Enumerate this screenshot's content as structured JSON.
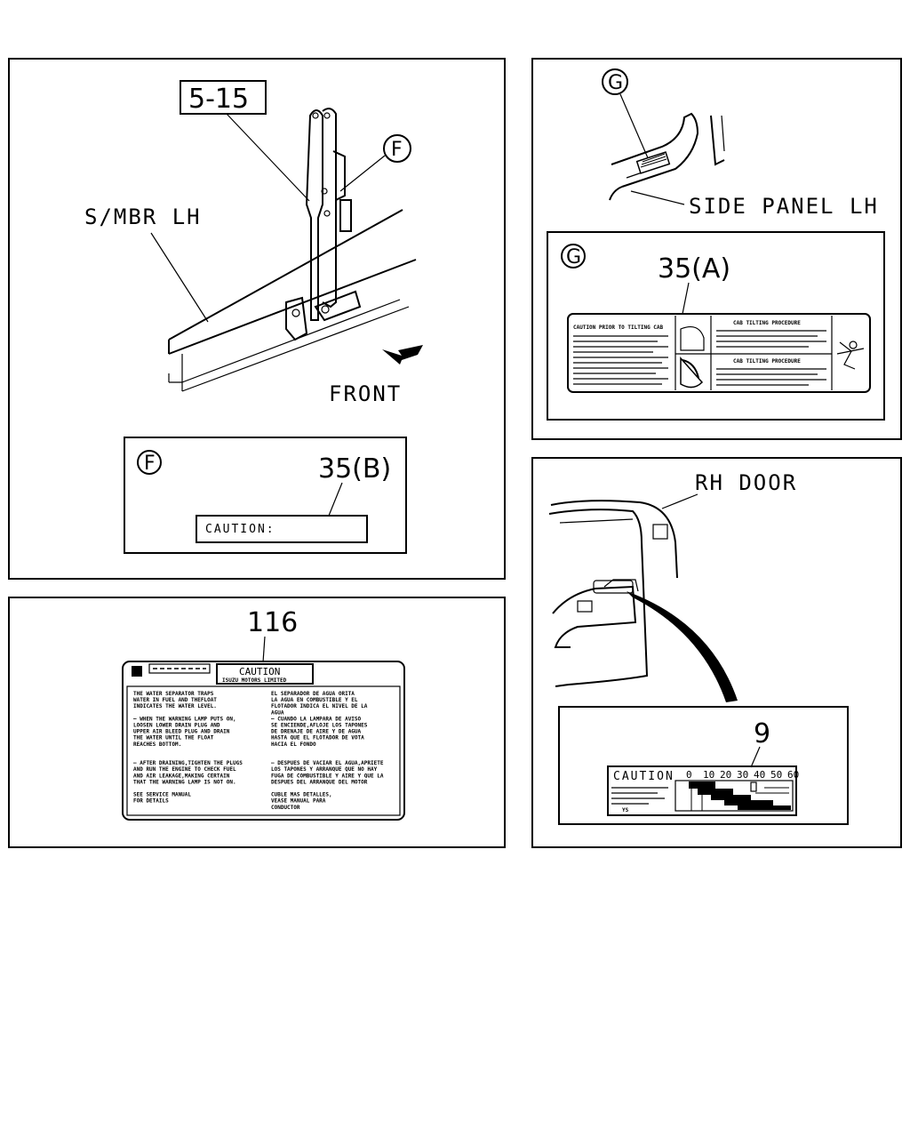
{
  "panels": {
    "frame": {
      "ref_label": "5-15",
      "member_label": "S/MBR LH",
      "detail_marker": "F",
      "direction_label": "FRONT",
      "detail": {
        "marker": "F",
        "part_number": "35(B)",
        "label_text": "CAUTION:"
      }
    },
    "cab": {
      "detail_marker": "G",
      "panel_label": "SIDE PANEL LH",
      "detail": {
        "marker": "G",
        "part_number": "35(A)",
        "left_heading": "CAUTION PRIOR TO TILTING CAB",
        "proc_heading_1": "CAB TILTING PROCEDURE",
        "proc_heading_2": "CAB TILTING PROCEDURE"
      }
    },
    "water_separator": {
      "part_number": "116",
      "header_title": "CAUTION",
      "header_sub": "ISUZU MOTORS LIMITED",
      "en_lines": [
        "THE WATER SEPARATOR TRAPS",
        "WATER IN FUEL AND THEFLOAT",
        "INDICATES THE WATER LEVEL.",
        "",
        "— WHEN THE WARNING LAMP PUTS ON,",
        "  LOOSEN LOWER DRAIN PLUG AND",
        "  UPPER AIR BLEED PLUG AND DRAIN",
        "  THE WATER UNTIL THE FLOAT",
        "  REACHES BOTTOM.",
        "",
        "",
        "— AFTER DRAINING,TIGHTEN THE PLUGS",
        "  AND RUN THE ENGINE TO CHECK FUEL",
        "  AND AIR LEAKAGE,MAKING CERTAIN",
        "  THAT THE WARNING LAMP IS NOT ON.",
        "",
        "  SEE SERVICE MANUAL",
        "  FOR DETAILS"
      ],
      "es_lines": [
        "EL SEPARADOR DE AGUA ORITA",
        "LA AGUA EN COMBUSTIBLE Y EL",
        "FLOTADOR INDICA EL NIVEL DE LA",
        "AGUA",
        "— CUANDO LA LAMPARA DE AVISO",
        "  SE ENCIENDE,AFLOJE LOS TAPONES",
        "  DE DRENAJE DE AIRE Y DE AGUA",
        "  HASTA QUE EL FLOTADOR DE VOTA",
        "  HACIA EL FONDO",
        "",
        "",
        "— DESPUES DE VACIAR EL AGUA,APRIETE",
        "  LOS TAPONES Y ARRANQUE QUE NO HAY",
        "  FUGA DE COMBUSTIBLE Y AIRE Y QUE LA",
        "  DESPUES DEL ARRANQUE DEL MOTOR",
        "",
        "  CUBLE MAS DETALLES,",
        "  VEASE MANUAL PARA",
        "  CONDUCTOR"
      ]
    },
    "door": {
      "door_label": "RH DOOR",
      "part_number": "9",
      "label_heading": "CAUTION",
      "footer_mark": "YS",
      "scale_ticks": [
        "0",
        "10",
        "20",
        "30",
        "40",
        "50",
        "60"
      ]
    }
  }
}
